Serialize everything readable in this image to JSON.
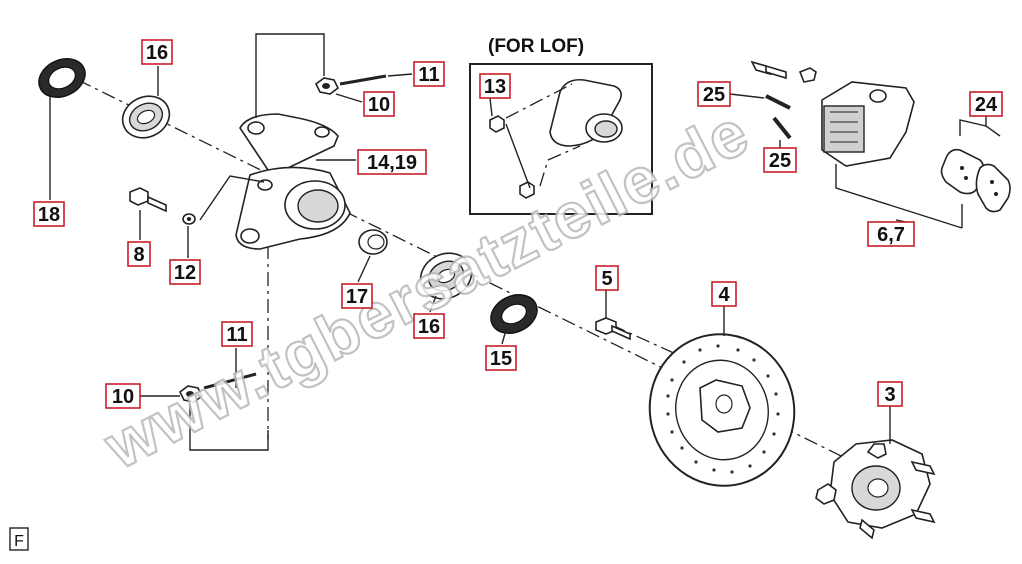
{
  "diagram": {
    "inset_title": "(FOR LOF)",
    "watermark": "www.tgbersatzteile.de",
    "corner_mark": "F",
    "callouts": [
      {
        "id": "c18",
        "text": "18"
      },
      {
        "id": "c16a",
        "text": "16"
      },
      {
        "id": "c8",
        "text": "8"
      },
      {
        "id": "c12",
        "text": "12"
      },
      {
        "id": "c11a",
        "text": "11"
      },
      {
        "id": "c10a",
        "text": "10"
      },
      {
        "id": "c1419",
        "text": "14,19"
      },
      {
        "id": "c17",
        "text": "17"
      },
      {
        "id": "c16b",
        "text": "16"
      },
      {
        "id": "c15",
        "text": "15"
      },
      {
        "id": "c11b",
        "text": "11"
      },
      {
        "id": "c10b",
        "text": "10"
      },
      {
        "id": "c13",
        "text": "13"
      },
      {
        "id": "c5",
        "text": "5"
      },
      {
        "id": "c4",
        "text": "4"
      },
      {
        "id": "c3",
        "text": "3"
      },
      {
        "id": "c25a",
        "text": "25"
      },
      {
        "id": "c25b",
        "text": "25"
      },
      {
        "id": "c24",
        "text": "24"
      },
      {
        "id": "c67",
        "text": "6,7"
      }
    ]
  }
}
